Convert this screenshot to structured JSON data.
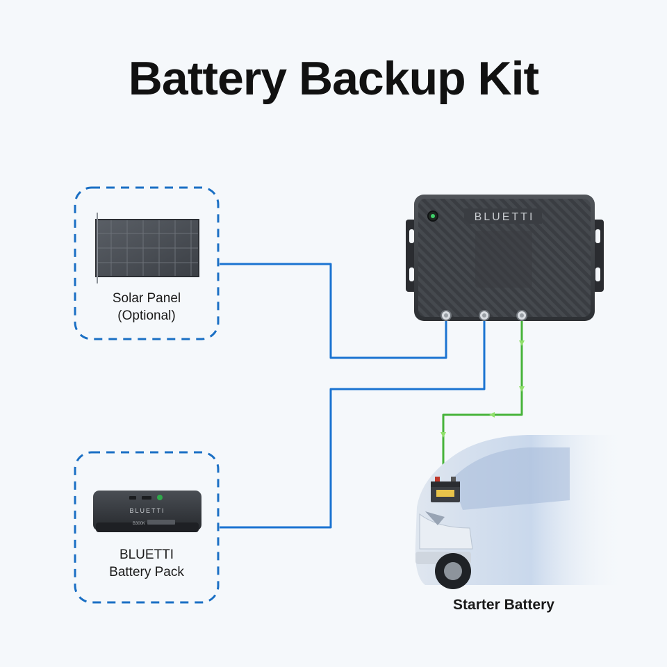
{
  "title": "Battery Backup Kit",
  "device": {
    "brand": "BLUETTI",
    "terminals": 3
  },
  "nodes": {
    "solar_panel": {
      "line1": "Solar Panel",
      "line2": "(Optional)"
    },
    "battery_pack": {
      "line1": "BLUETTI",
      "line2": "Battery Pack",
      "model_text": "B300K"
    },
    "starter_battery": {
      "label": "Starter Battery"
    }
  },
  "colors": {
    "background": "#f5f8fb",
    "dashed_border": "#1a6fc4",
    "blue_wire": "#1a73d1",
    "green_wire": "#46b33a",
    "device_body": "#3a3d42"
  },
  "icons": [
    "solar-panel-icon",
    "battery-pack-icon",
    "controller-box-icon",
    "van-icon",
    "car-battery-icon",
    "status-led-icon"
  ]
}
